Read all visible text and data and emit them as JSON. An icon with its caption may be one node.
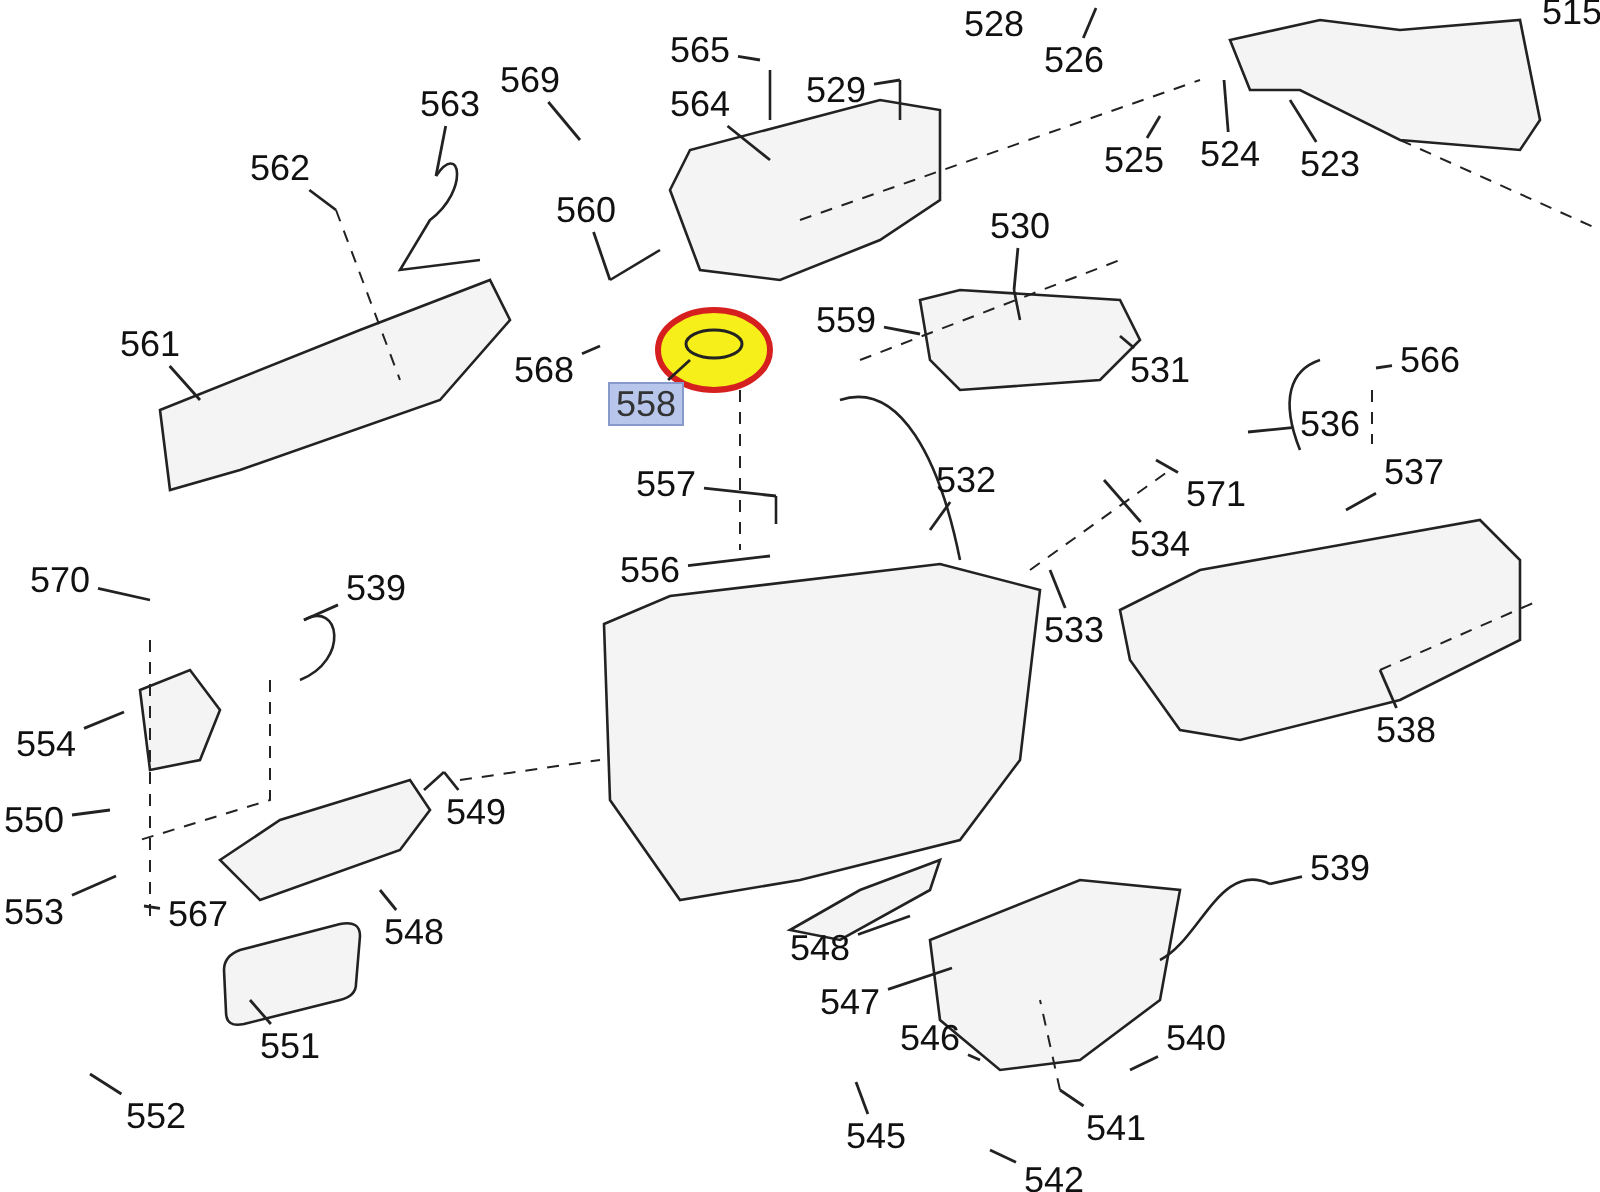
{
  "diagram": {
    "nodes": [
      {
        "text": [
          "565"
        ]
      },
      {
        "text": [
          "528"
        ]
      },
      {
        "text": [
          "515"
        ]
      },
      {
        "text": [
          "526"
        ]
      },
      {
        "text": [
          "529"
        ]
      },
      {
        "text": [
          "569"
        ]
      },
      {
        "text": [
          "563"
        ]
      },
      {
        "text": [
          "564"
        ]
      },
      {
        "text": [
          "525"
        ]
      },
      {
        "text": [
          "524"
        ]
      },
      {
        "text": [
          "523"
        ]
      },
      {
        "text": [
          "562"
        ]
      },
      {
        "text": [
          "560"
        ]
      },
      {
        "text": [
          "530"
        ]
      },
      {
        "text": [
          "559"
        ]
      },
      {
        "text": [
          "561"
        ]
      },
      {
        "text": [
          "566"
        ]
      },
      {
        "text": [
          "568"
        ]
      },
      {
        "text": [
          "531"
        ]
      },
      {
        "text": [
          "558"
        ]
      },
      {
        "text": [
          "536"
        ]
      },
      {
        "text": [
          "537"
        ]
      },
      {
        "text": [
          "557"
        ]
      },
      {
        "text": [
          "532"
        ]
      },
      {
        "text": [
          "571"
        ]
      },
      {
        "text": [
          "534"
        ]
      },
      {
        "text": [
          "556"
        ]
      },
      {
        "text": [
          "570"
        ]
      },
      {
        "text": [
          "539"
        ]
      },
      {
        "text": [
          "533"
        ]
      },
      {
        "text": [
          "538"
        ]
      },
      {
        "text": [
          "554"
        ]
      },
      {
        "text": [
          "549"
        ]
      },
      {
        "text": [
          "550"
        ]
      },
      {
        "text": [
          "539"
        ]
      },
      {
        "text": [
          "553"
        ]
      },
      {
        "text": [
          "567"
        ]
      },
      {
        "text": [
          "548"
        ]
      },
      {
        "text": [
          "548"
        ]
      },
      {
        "text": [
          "547"
        ]
      },
      {
        "text": [
          "546"
        ]
      },
      {
        "text": [
          "540"
        ]
      },
      {
        "text": [
          "551"
        ]
      },
      {
        "text": [
          "552"
        ]
      },
      {
        "text": [
          "541"
        ]
      },
      {
        "text": [
          "545"
        ]
      },
      {
        "text": [
          "542"
        ]
      }
    ],
    "edges": [
      {
        "from": 0,
        "to": null,
        "arrow": "none"
      },
      {
        "from": 3,
        "to": null,
        "arrow": "none"
      },
      {
        "from": 4,
        "to": null,
        "arrow": "none"
      },
      {
        "from": 5,
        "to": null,
        "arrow": "none"
      },
      {
        "from": 6,
        "to": null,
        "arrow": "none"
      },
      {
        "from": 7,
        "to": null,
        "arrow": "none"
      },
      {
        "from": 8,
        "to": null,
        "arrow": "none"
      },
      {
        "from": 9,
        "to": null,
        "arrow": "none"
      },
      {
        "from": 10,
        "to": null,
        "arrow": "none"
      },
      {
        "from": 11,
        "to": null,
        "arrow": "none"
      },
      {
        "from": 12,
        "to": null,
        "arrow": "none"
      },
      {
        "from": 13,
        "to": null,
        "arrow": "none"
      },
      {
        "from": 14,
        "to": null,
        "arrow": "none"
      },
      {
        "from": 15,
        "to": null,
        "arrow": "none"
      },
      {
        "from": 16,
        "to": null,
        "arrow": "none"
      },
      {
        "from": 17,
        "to": null,
        "arrow": "none"
      },
      {
        "from": 18,
        "to": null,
        "arrow": "none"
      },
      {
        "from": 19,
        "to": null,
        "arrow": "none"
      },
      {
        "from": 20,
        "to": null,
        "arrow": "none"
      },
      {
        "from": 21,
        "to": null,
        "arrow": "none"
      },
      {
        "from": 22,
        "to": null,
        "arrow": "none"
      },
      {
        "from": 23,
        "to": null,
        "arrow": "none"
      },
      {
        "from": 24,
        "to": null,
        "arrow": "none"
      },
      {
        "from": 25,
        "to": null,
        "arrow": "none"
      },
      {
        "from": 26,
        "to": null,
        "arrow": "none"
      },
      {
        "from": 27,
        "to": null,
        "arrow": "none"
      },
      {
        "from": 28,
        "to": null,
        "arrow": "none"
      },
      {
        "from": 29,
        "to": null,
        "arrow": "none"
      },
      {
        "from": 30,
        "to": null,
        "arrow": "none"
      },
      {
        "from": 31,
        "to": null,
        "arrow": "none"
      },
      {
        "from": 32,
        "to": null,
        "arrow": "none"
      },
      {
        "from": 33,
        "to": null,
        "arrow": "none"
      },
      {
        "from": 34,
        "to": null,
        "arrow": "none"
      },
      {
        "from": 35,
        "to": null,
        "arrow": "none"
      },
      {
        "from": 36,
        "to": null,
        "arrow": "none"
      },
      {
        "from": 37,
        "to": null,
        "arrow": "none"
      },
      {
        "from": 38,
        "to": null,
        "arrow": "none"
      },
      {
        "from": 39,
        "to": null,
        "arrow": "none"
      },
      {
        "from": 40,
        "to": null,
        "arrow": "none"
      },
      {
        "from": 41,
        "to": null,
        "arrow": "none"
      },
      {
        "from": 42,
        "to": null,
        "arrow": "none"
      },
      {
        "from": 43,
        "to": null,
        "arrow": "none"
      },
      {
        "from": 44,
        "to": null,
        "arrow": "none"
      },
      {
        "from": 45,
        "to": null,
        "arrow": "none"
      },
      {
        "from": 46,
        "to": null,
        "arrow": "none"
      }
    ]
  }
}
